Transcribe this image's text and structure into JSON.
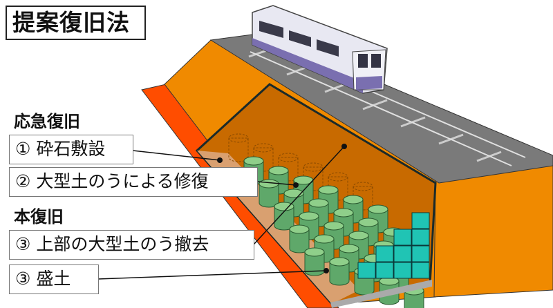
{
  "title": "提案復旧法",
  "sections": [
    {
      "heading": "応急復旧",
      "items": [
        {
          "number": "①",
          "text": "砕石敷設"
        },
        {
          "number": "②",
          "text": "大型土のうによる修復"
        }
      ]
    },
    {
      "heading": "本復旧",
      "items": [
        {
          "number": "③",
          "text": "上部の大型土のう撤去"
        },
        {
          "number": "③",
          "text": "盛土"
        }
      ]
    }
  ],
  "colors": {
    "embankment": "#f08a00",
    "embankment_dark": "#c86a00",
    "base": "#ff4d00",
    "gravel": "#d9a070",
    "sandbag": "#5fa86a",
    "block": "#20c4b4",
    "track": "#808080"
  }
}
